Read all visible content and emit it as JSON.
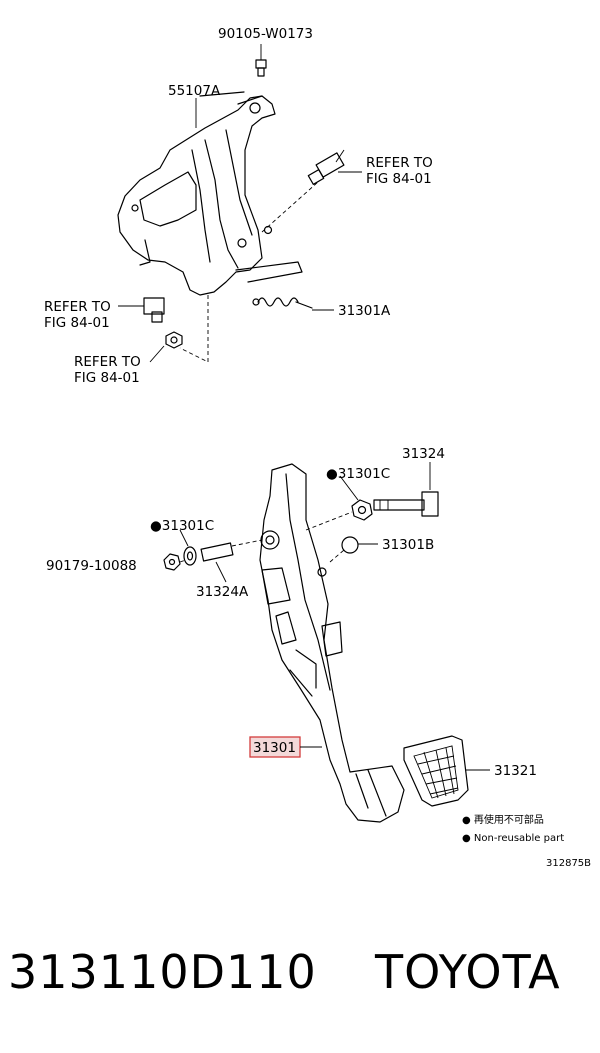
{
  "labels": {
    "bolt_top": "90105-W0173",
    "bracket": "55107A",
    "refer_right_1": "REFER TO",
    "refer_right_2": "FIG 84-01",
    "refer_left_a_1": "REFER TO",
    "refer_left_a_2": "FIG 84-01",
    "refer_left_b_1": "REFER TO",
    "refer_left_b_2": "FIG 84-01",
    "spring": "31301A",
    "bolt_right": "31324",
    "nut_right": "●31301C",
    "cap": "31301B",
    "bushing_left": "●31301C",
    "nut_left": "90179-10088",
    "collar": "31324A",
    "pedal": "31301",
    "pad": "31321"
  },
  "legend": {
    "jp": "● 再使用不可部品",
    "en": "● Non-reusable part"
  },
  "diagram_code": "312875B",
  "footer": {
    "part_number": "313110D110",
    "brand": "TOYOTA"
  },
  "colors": {
    "highlight_stroke": "#d23c3c",
    "highlight_fill": "#f3d9d9",
    "line": "#000000"
  }
}
